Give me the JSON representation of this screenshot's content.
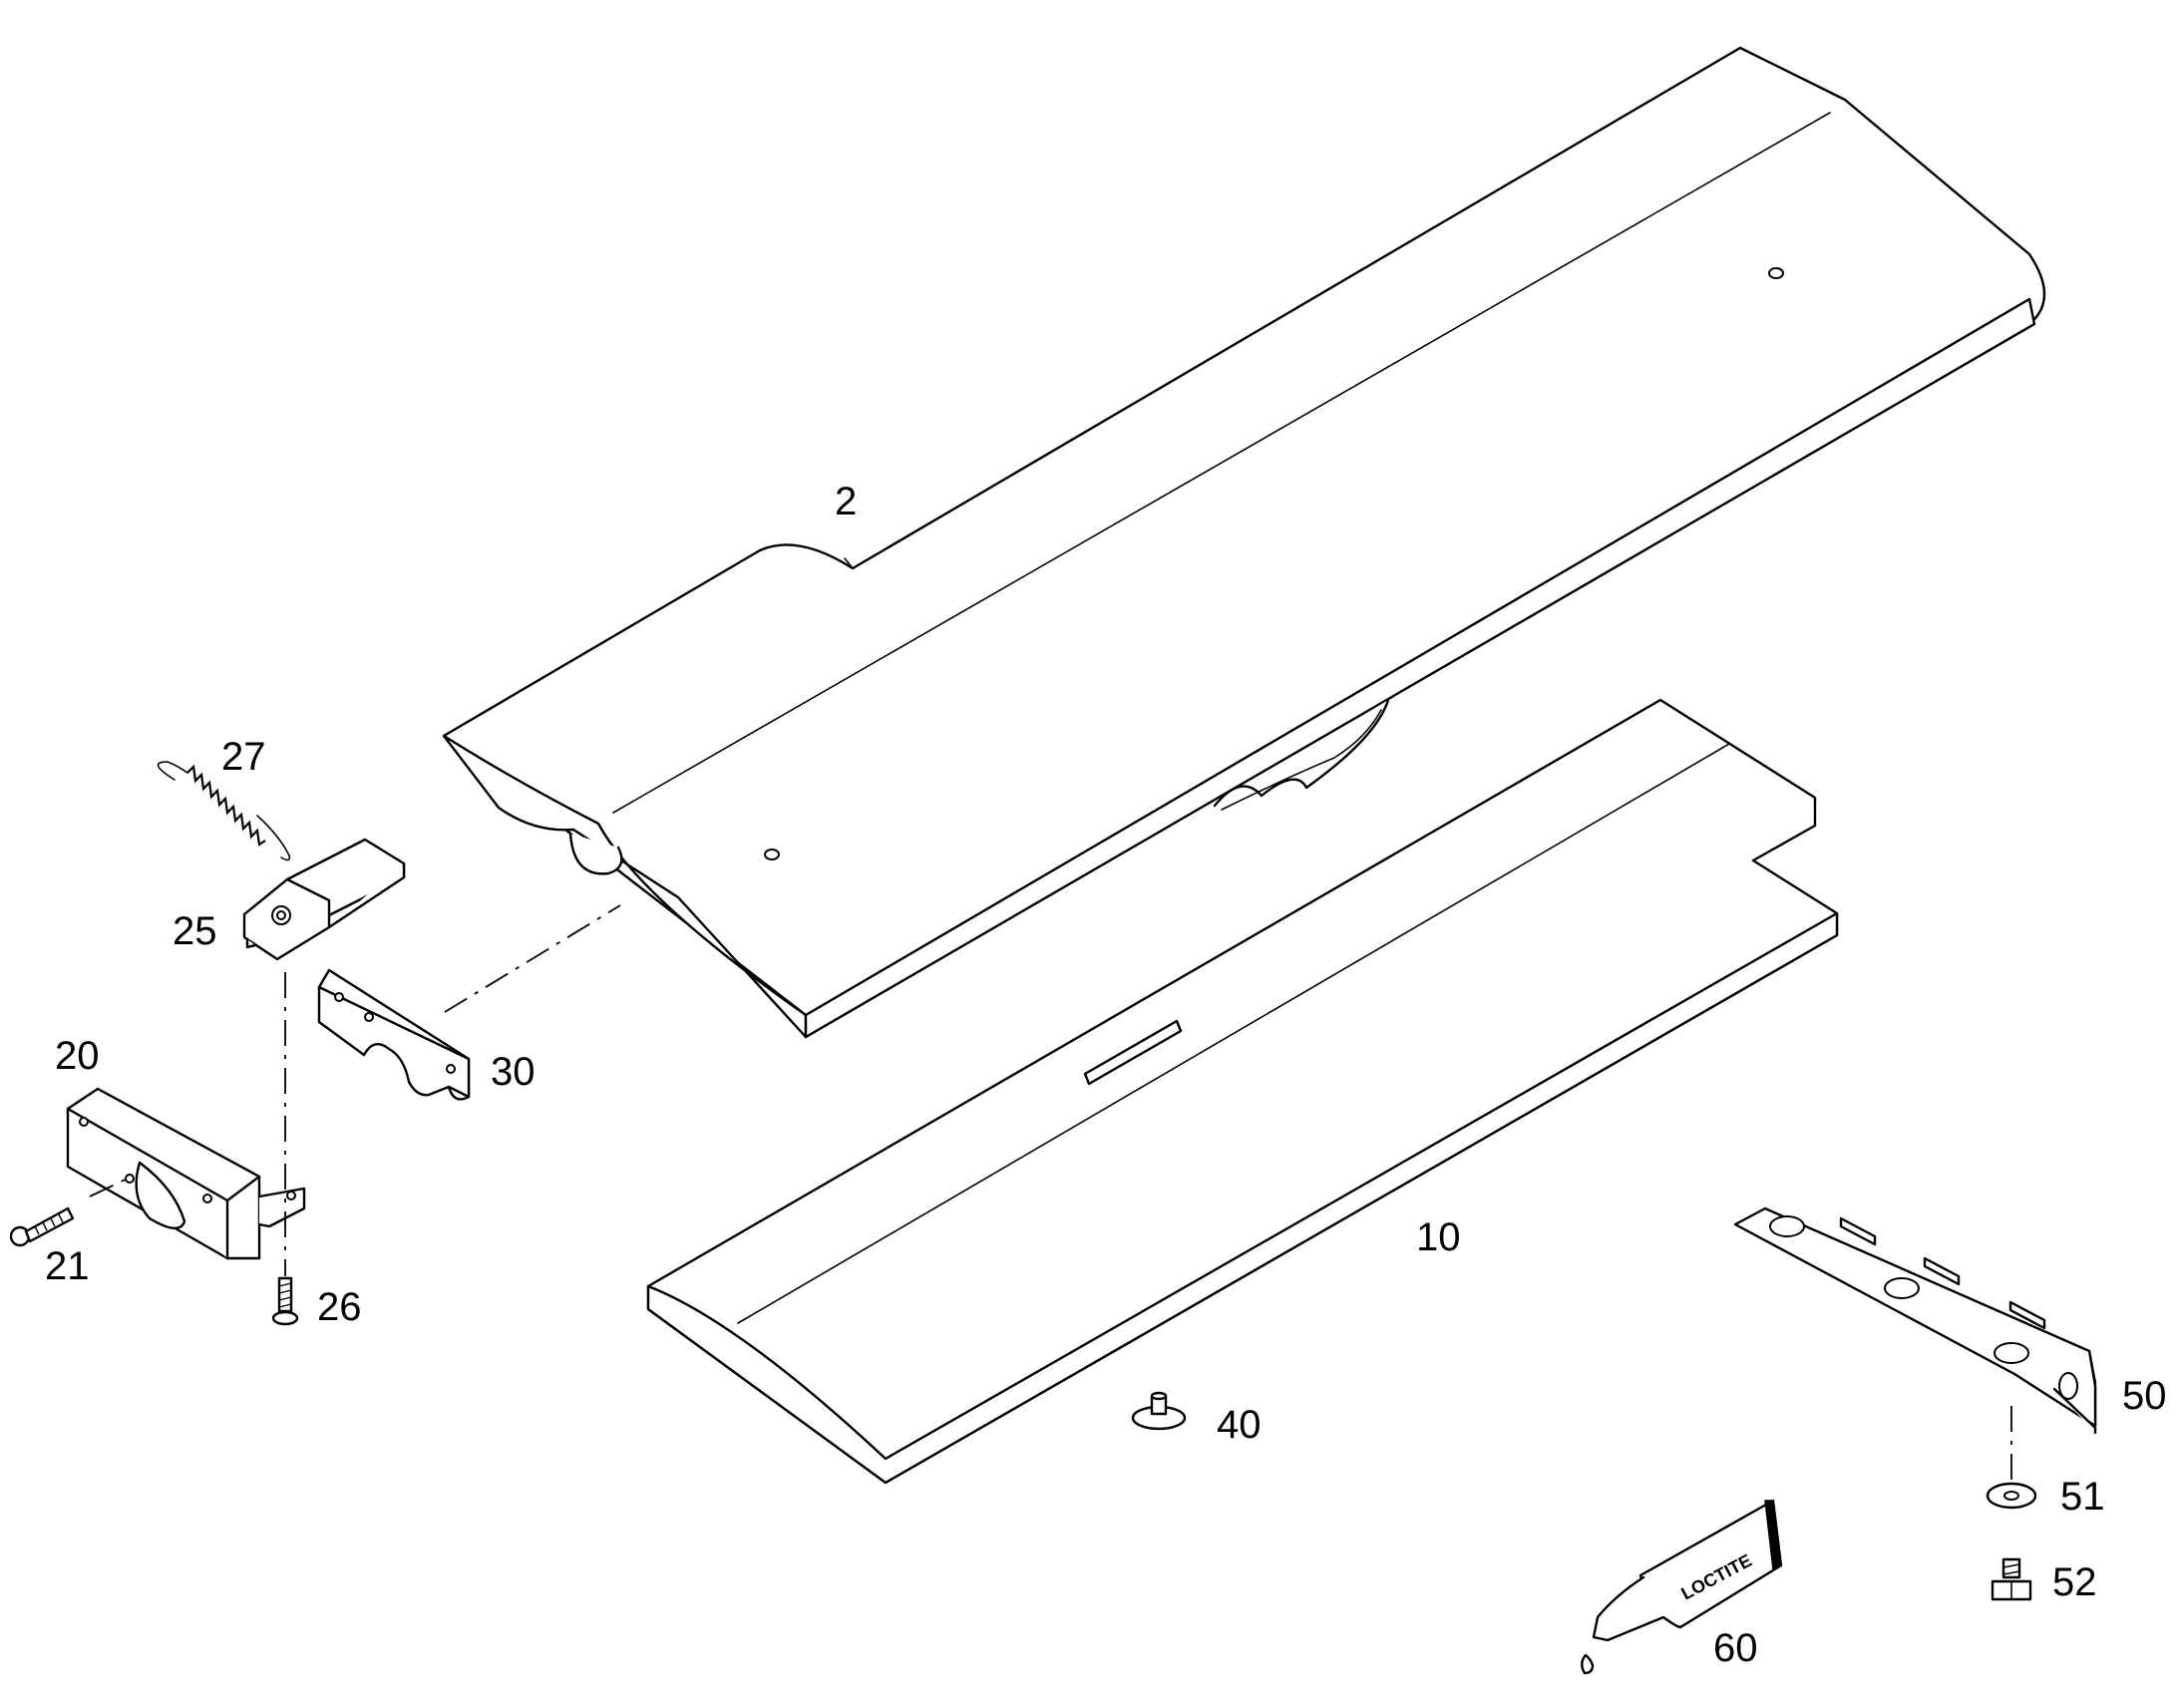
{
  "callouts": {
    "p2": "2",
    "p10": "10",
    "p20": "20",
    "p21": "21",
    "p25": "25",
    "p26": "26",
    "p27": "27",
    "p30": "30",
    "p40": "40",
    "p50": "50",
    "p51": "51",
    "p52": "52",
    "p60": "60"
  },
  "tube_label": "LOCTITE"
}
